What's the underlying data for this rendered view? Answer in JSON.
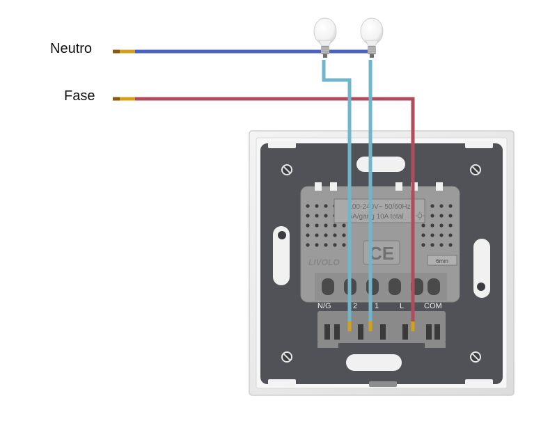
{
  "labels": {
    "neutral": "Neutro",
    "phase": "Fase"
  },
  "device": {
    "rating_line1": "100-240V~ 50/60Hz",
    "rating_line2": "5A/gang 10A total",
    "brand": "LIVOLO",
    "ce_mark": "CE",
    "terminal_ng": "N/G",
    "terminal_l2": "2",
    "terminal_l1": "1",
    "terminal_l": "L",
    "terminal_com": "COM",
    "strip_length": "6mm"
  },
  "colors": {
    "neutral_wire": "#4a62c3",
    "phase_wire": "#b04d5c",
    "load_wire": "#6fb6cc",
    "copper": "#d4a017",
    "panel_frame": "#e9e9e9",
    "backplate": "#505257",
    "module": "#9b9b9b"
  },
  "icons": [
    "bulb-icon",
    "bulb-icon",
    "ce-mark-icon",
    "sun-icon"
  ]
}
